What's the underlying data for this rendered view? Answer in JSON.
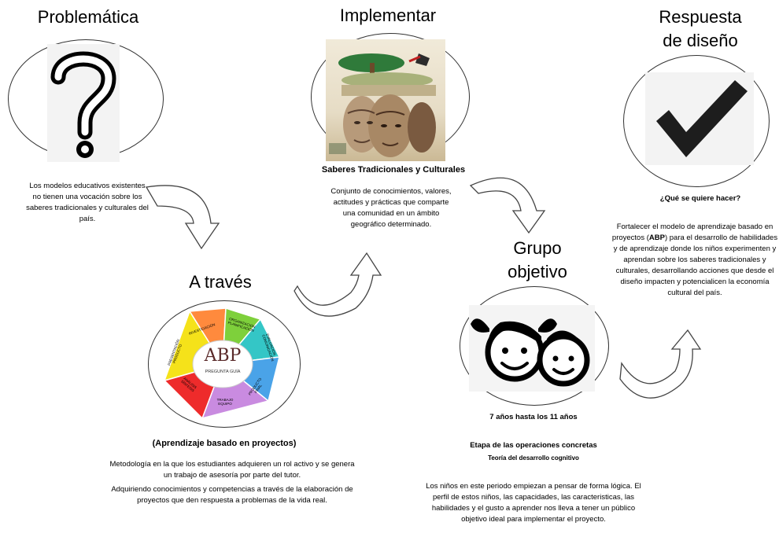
{
  "colors": {
    "stroke": "#333333",
    "text": "#000000",
    "abp_segments": [
      "#ff8a3d",
      "#7ed03b",
      "#34c6c6",
      "#4aa3e8",
      "#c98be0",
      "#ee2b2b",
      "#f5e21a"
    ]
  },
  "problematica": {
    "title": "Problemática",
    "icon": "question-mark-icon",
    "text": "Los modelos educativos existentes no tienen una vocación sobre los saberes tradicionales y culturales del país."
  },
  "implementar": {
    "title": "Implementar",
    "image": "traditional-knowledge-illustration",
    "subtitle": "Saberes Tradicionales y Culturales",
    "text": "Conjunto de conocimientos, valores, actitudes y prácticas que comparte una comunidad en un ámbito geográfico determinado."
  },
  "respuesta": {
    "title_line1": "Respuesta",
    "title_line2": "de diseño",
    "icon": "checkmark-icon",
    "question": "¿Qué se quiere hacer?",
    "text_before": "Fortalecer el modelo de aprendizaje basado en proyectos (",
    "text_bold": "ABP",
    "text_after": ") para el desarrollo de habilidades y de aprendizaje donde los niños experimenten y aprendan sobre los saberes tradicionales y culturales, desarrollando acciones que desde el diseño impacten y potencialicen la economía cultural del país."
  },
  "atraves": {
    "title": "A través",
    "center_label": "ABP",
    "center_sub": "PREGUNTA GUÍA",
    "segments": [
      "INVESTIGACIÓN",
      "ORGANIZACIÓN PLANIFICACIÓN",
      "EVALUACIÓN COMUNICACIÓN",
      "PRODUCTO FINAL",
      "TRABAJO EQUIPO",
      "ANÁLISIS SÍNTESIS",
      "PRESENTACIÓN PRODUCTO"
    ],
    "subtitle": "(Aprendizaje basado en proyectos)",
    "text1": "Metodología en la que los estudiantes adquieren un rol activo y se genera un trabajo de asesoría por parte del tutor.",
    "text2": "Adquiriendo conocimientos y competencias a través de la elaboración de proyectos que den respuesta a problemas de la vida real."
  },
  "grupo": {
    "title_line1": "Grupo",
    "title_line2": "objetivo",
    "icon": "children-faces-icon",
    "age": "7 años hasta los 11 años",
    "stage": "Etapa de las operaciones concretas",
    "theory": "Teoría del desarrollo cognitivo",
    "text": "Los niños en este periodo empiezan a pensar de forma lógica. El perfil de estos niños, las capacidades, las caracteristicas, las habilidades y el gusto a aprender nos lleva a tener un público objetivo ideal para implementar el proyecto."
  }
}
